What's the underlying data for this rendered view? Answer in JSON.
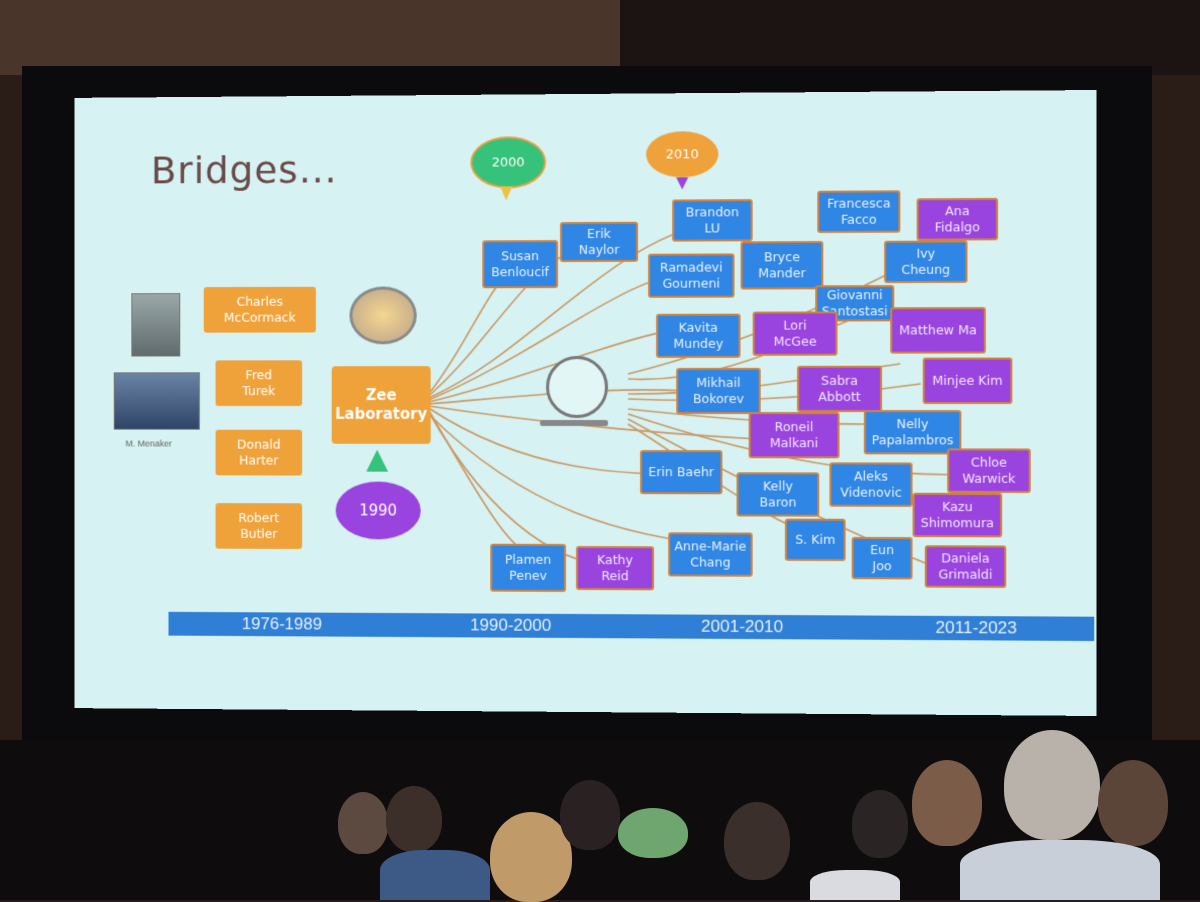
{
  "slide": {
    "title": "Bridges...",
    "bubbles": {
      "y2000": "2000",
      "y2010": "2010",
      "y1990": "1990"
    },
    "caption": "M. Menaker",
    "center_lab": "Zee\nLaboratory",
    "left_names": [
      "Charles\nMcCormack",
      "Fred\nTurek",
      "Donald\nHarter",
      "Robert\nButler"
    ],
    "right_names": {
      "susan": "Susan\nBenloucif",
      "erik": "Erik\nNaylor",
      "brandon": "Brandon\nLU",
      "francesca": "Francesca\nFacco",
      "ana": "Ana\nFidalgo",
      "ramadevi": "Ramadevi\nGourneni",
      "bryce": "Bryce\nMander",
      "ivy": "Ivy\nCheung",
      "giovanni": "Giovanni\nSantostasi",
      "kavita": "Kavita\nMundey",
      "lori": "Lori\nMcGee",
      "matthew": "Matthew Ma",
      "mikhail": "Mikhail\nBokorev",
      "sabra": "Sabra\nAbbott",
      "minjee": "Minjee Kim",
      "roneil": "Roneil\nMalkani",
      "nelly": "Nelly\nPapalambros",
      "erin": "Erin Baehr",
      "chloe": "Chloe\nWarwick",
      "kelly": "Kelly\nBaron",
      "aleks": "Aleks\nVidenovic",
      "kazu": "Kazu\nShimomura",
      "skim": "S. Kim",
      "eun": "Eun\nJoo",
      "daniela": "Daniela\nGrimaldi",
      "plamen": "Plamen\nPenev",
      "kathy": "Kathy\nReid",
      "annemarie": "Anne-Marie\nChang"
    },
    "timeline": [
      "1976-1989",
      "1990-2000",
      "2001-2010",
      "2011-2023"
    ],
    "colors": {
      "slide_bg": "#d6f2f2",
      "orange": "#f0a23a",
      "blue": "#2f86e4",
      "purple": "#9a44e0",
      "green_bubble": "#35c27a",
      "timeline": "#2f7fd6"
    }
  }
}
